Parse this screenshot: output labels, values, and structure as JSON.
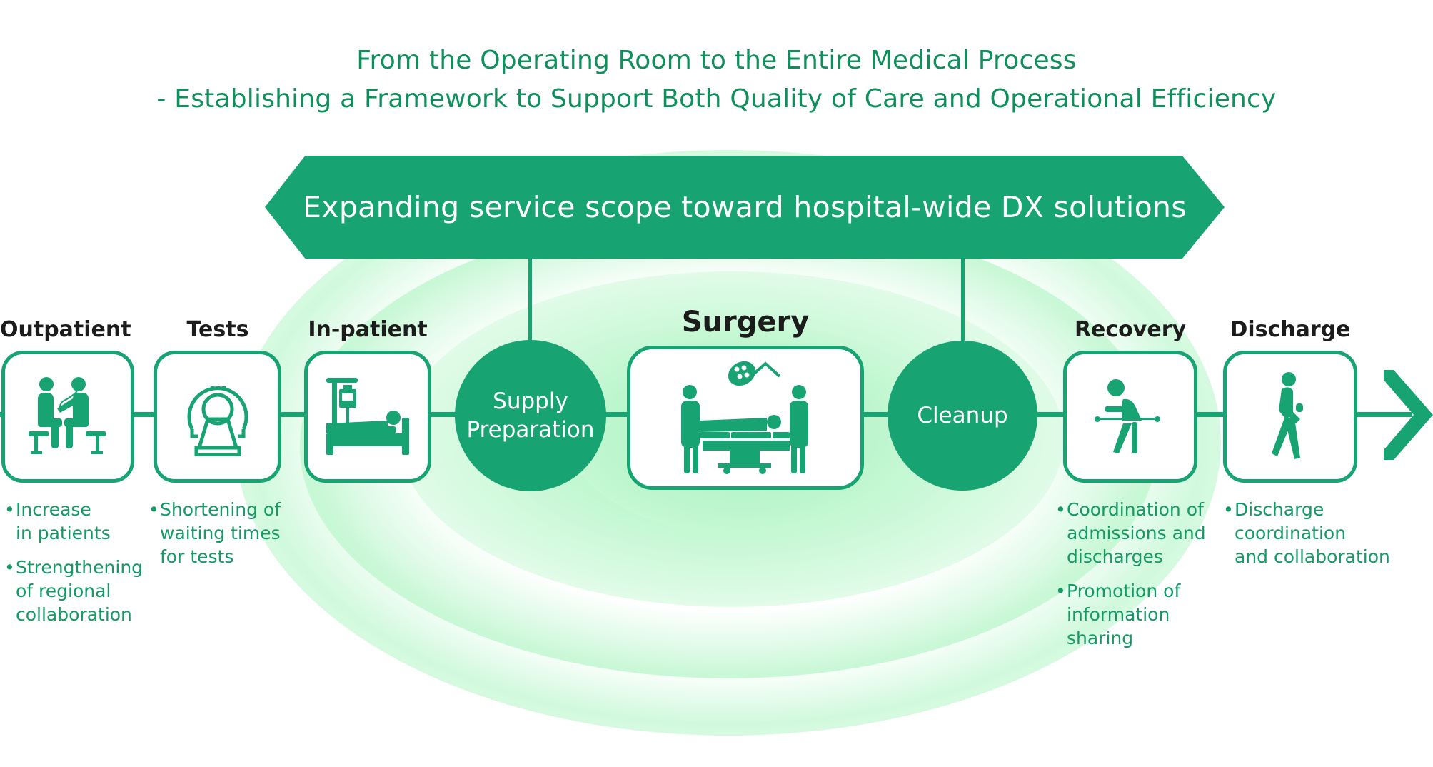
{
  "title": {
    "line1": "From the Operating Room to the Entire Medical Process",
    "line2": "- Establishing a Framework to Support Both Quality of Care and Operational Efficiency"
  },
  "banner": {
    "text": "Expanding service scope toward hospital-wide DX solutions"
  },
  "colors": {
    "primary": "#17a372",
    "title_text": "#0f8f5c",
    "label_text": "#1c1c1c",
    "glow": "#c8f8d6"
  },
  "steps": [
    {
      "id": "outpatient",
      "label": "Outpatient",
      "icon": "doctor-patient-consultation-icon",
      "shape": "box"
    },
    {
      "id": "tests",
      "label": "Tests",
      "icon": "ct-scanner-icon",
      "shape": "box"
    },
    {
      "id": "inpatient",
      "label": "In-patient",
      "icon": "hospital-bed-iv-icon",
      "shape": "box"
    },
    {
      "id": "supply",
      "label": "Supply\nPreparation",
      "label_lines": [
        "Supply",
        "Preparation"
      ],
      "shape": "circle"
    },
    {
      "id": "surgery",
      "label": "Surgery",
      "icon": "operating-room-icon",
      "shape": "box"
    },
    {
      "id": "cleanup",
      "label": "Cleanup",
      "shape": "circle"
    },
    {
      "id": "recovery",
      "label": "Recovery",
      "icon": "rehabilitation-walker-icon",
      "shape": "box"
    },
    {
      "id": "discharge",
      "label": "Discharge",
      "icon": "walking-person-icon",
      "shape": "box"
    }
  ],
  "notes": {
    "outpatient": [
      {
        "lines": [
          "Increase",
          "in patients"
        ]
      },
      {
        "lines": [
          "Strengthening",
          "of regional",
          "collaboration"
        ]
      }
    ],
    "tests": [
      {
        "lines": [
          "Shortening of",
          "waiting times",
          "for tests"
        ]
      }
    ],
    "recovery": [
      {
        "lines": [
          "Coordination of",
          "admissions and",
          "discharges"
        ]
      },
      {
        "lines": [
          "Promotion of",
          "information",
          "sharing"
        ]
      }
    ],
    "discharge": [
      {
        "lines": [
          "Discharge",
          "coordination",
          "and collaboration"
        ]
      }
    ]
  },
  "bullet": "•"
}
